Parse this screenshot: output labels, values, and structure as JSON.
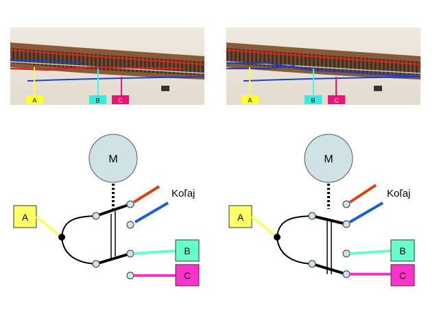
{
  "colors": {
    "red": "#e02020",
    "blue": "#1a3fd0",
    "yellow": "#ffff66",
    "cyan": "#66ffcc",
    "magenta": "#ff33cc",
    "motor_fill": "#cfe3e6",
    "terminal_fill": "#cfe3e6"
  },
  "photos": [
    {
      "side": "left",
      "tag_a": "A",
      "tag_b": "B",
      "tag_c": "C"
    },
    {
      "side": "right",
      "tag_a": "A",
      "tag_b": "B",
      "tag_c": "C"
    }
  ],
  "diagrams": [
    {
      "side": "left",
      "motor_label": "M",
      "track_label": "Koľaj",
      "box_a": "A",
      "box_b": "B",
      "box_c": "C",
      "switch_state": "upper"
    },
    {
      "side": "right",
      "motor_label": "M",
      "track_label": "Koľaj",
      "box_a": "A",
      "box_b": "B",
      "box_c": "C",
      "switch_state": "lower"
    }
  ]
}
